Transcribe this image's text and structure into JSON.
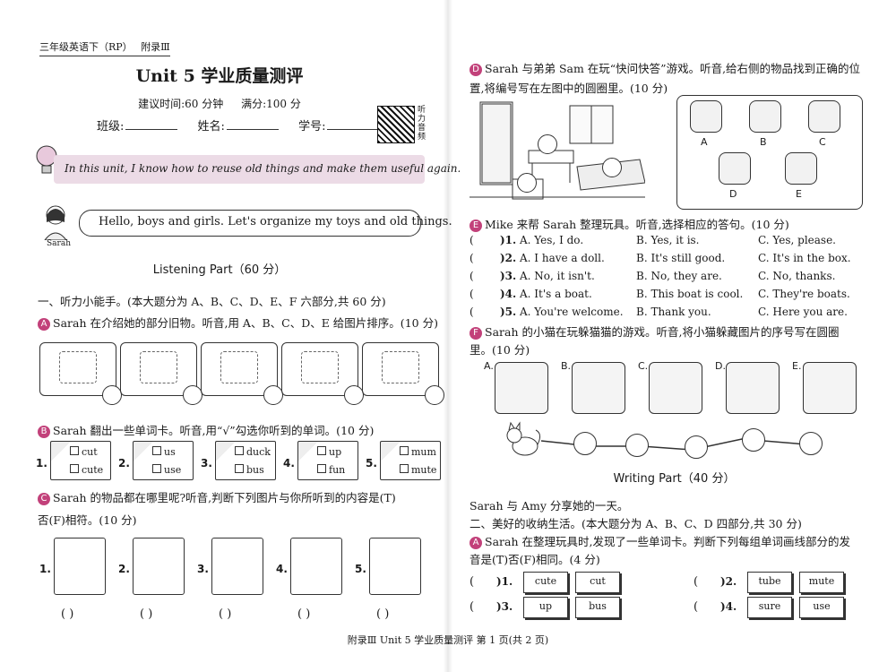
{
  "header": {
    "grade_label": "三年级英语下（RP）",
    "appendix": "附录Ⅲ"
  },
  "title": "Unit 5   学业质量测评",
  "meta": {
    "time": "建议时间:60 分钟",
    "score": "满分:100 分"
  },
  "fields": {
    "class": "班级:",
    "name": "姓名:",
    "id": "学号:"
  },
  "qr_label": "听力音频",
  "banner": "In this unit, I know how to reuse old things and make them useful again.",
  "sarah": {
    "speech": "Hello, boys and girls.  Let's organize my toys and old things.",
    "name": "Sarah"
  },
  "listening_title": "Listening Part（60 分）",
  "section1": "一、听力小能手。(本大题分为 A、B、C、D、E、F 六部分,共 60 分)",
  "partA": {
    "badge": "A",
    "text": "Sarah 在介绍她的部分旧物。听音,用 A、B、C、D、E 给图片排序。(10 分)",
    "icons": [
      "car-icon",
      "book-icon",
      "doll-icon",
      "cap-icon",
      "boat-icon"
    ]
  },
  "partB": {
    "badge": "B",
    "text": "Sarah 翻出一些单词卡。听音,用“√”勾选你听到的单词。(10 分)",
    "items": [
      {
        "num": "1.",
        "w1": "cut",
        "w2": "cute"
      },
      {
        "num": "2.",
        "w1": "us",
        "w2": "use"
      },
      {
        "num": "3.",
        "w1": "duck",
        "w2": "bus"
      },
      {
        "num": "4.",
        "w1": "up",
        "w2": "fun"
      },
      {
        "num": "5.",
        "w1": "mum",
        "w2": "mute"
      }
    ]
  },
  "partC": {
    "badge": "C",
    "text1": "Sarah 的物品都在哪里呢?听音,判断下列图片与你所听到的内容是(T)",
    "text2": "否(F)相符。(10 分)",
    "items": [
      {
        "num": "1.",
        "icon": "bird-on-box-icon"
      },
      {
        "num": "2.",
        "icon": "bag-under-desk-icon"
      },
      {
        "num": "3.",
        "icon": "chair-icon"
      },
      {
        "num": "4.",
        "icon": "ball-in-box-icon"
      },
      {
        "num": "5.",
        "icon": "dog-in-box-icon"
      }
    ],
    "paren": "(      )"
  },
  "partD": {
    "badge": "D",
    "text1": "Sarah 与弟弟 Sam 在玩“快问快答”游戏。听音,给右侧的物品找到正确的位",
    "text2": "置,将编号写在左图中的圆圈里。(10 分)",
    "items": [
      {
        "letter": "A",
        "icon": "bag-icon"
      },
      {
        "letter": "B",
        "icon": "ball-icon"
      },
      {
        "letter": "C",
        "icon": "car-icon"
      },
      {
        "letter": "D",
        "icon": "boat-icon"
      },
      {
        "letter": "E",
        "icon": "cap-icon"
      }
    ]
  },
  "partE": {
    "badge": "E",
    "text": "Mike 来帮 Sarah 整理玩具。听音,选择相应的答句。(10 分)",
    "rows": [
      {
        "num": "1.",
        "a": "A. Yes, I do.",
        "b": "B. Yes, it is.",
        "c": "C. Yes, please."
      },
      {
        "num": "2.",
        "a": "A. I have a doll.",
        "b": "B. It's still good.",
        "c": "C. It's in the box."
      },
      {
        "num": "3.",
        "a": "A. No, it isn't.",
        "b": "B. No, they are.",
        "c": "C. No, thanks."
      },
      {
        "num": "4.",
        "a": "A. It's a boat.",
        "b": "B. This boat is cool.",
        "c": "C. They're boats."
      },
      {
        "num": "5.",
        "a": "A. You're welcome.",
        "b": "B. Thank you.",
        "c": "C. Here you are."
      }
    ]
  },
  "partF": {
    "badge": "F",
    "text1": "Sarah 的小猫在玩躲猫猫的游戏。听音,将小猫躲藏图片的序号写在圆圈",
    "text2": "里。(10 分)",
    "items": [
      {
        "letter": "A.",
        "icon": "cat-in-bag-icon"
      },
      {
        "letter": "B.",
        "icon": "cat-under-chair-icon"
      },
      {
        "letter": "C.",
        "icon": "cat-in-box-icon"
      },
      {
        "letter": "D.",
        "icon": "cat-under-cap-icon"
      },
      {
        "letter": "E.",
        "icon": "cat-on-desk-icon"
      }
    ]
  },
  "writing_title": "Writing Part（40 分）",
  "writing_intro": "Sarah 与 Amy 分享她的一天。",
  "section2": "二、美好的收纳生活。(本大题分为 A、B、C、D 四部分,共 30 分)",
  "partW_A": {
    "badge": "A",
    "text1": "Sarah 在整理玩具时,发现了一些单词卡。判断下列每组单词画线部分的发",
    "text2": "音是(T)否(F)相同。(4 分)",
    "pairs": [
      {
        "num": "1.",
        "w1": "cute",
        "w2": "cut"
      },
      {
        "num": "2.",
        "w1": "tube",
        "w2": "mute"
      },
      {
        "num": "3.",
        "w1": "up",
        "w2": "bus"
      },
      {
        "num": "4.",
        "w1": "sure",
        "w2": "use"
      }
    ]
  },
  "footer": "附录Ⅲ   Unit 5   学业质量测评      第 1 页(共 2 页)"
}
